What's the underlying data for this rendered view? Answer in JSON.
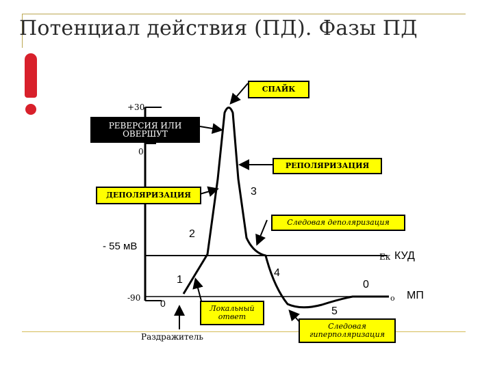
{
  "title": "Потенциал действия (ПД). Фазы ПД",
  "axis": {
    "plus30": "+30",
    "zero": "0",
    "minus55": "- 55 мВ",
    "minus90": "-90"
  },
  "boxes": {
    "spike": "СПАЙК",
    "reversion": "РЕВЕРСИЯ ИЛИ ОВЕРШУТ",
    "repolarization": "РЕПОЛЯРИЗАЦИЯ",
    "depolarization": "ДЕПОЛЯРИЗАЦИЯ",
    "trace_depolarization": "Следовая деполяризация",
    "local_response": "Локальный ответ",
    "trace_hyperpolarization": "Следовая гиперполяризация"
  },
  "phases": {
    "p0_left": "0",
    "p1": "1",
    "p2": "2",
    "p3": "3",
    "p4": "4",
    "p0_right": "0",
    "p5": "5"
  },
  "labels": {
    "ek": "Ек",
    "kud": "КУД",
    "mp_o": "о",
    "mp": "МП",
    "stimulus": "Раздражитель"
  },
  "colors": {
    "accent_red": "#d8202b",
    "box_yellow": "#ffff00",
    "frame_gold": "#bba650"
  }
}
